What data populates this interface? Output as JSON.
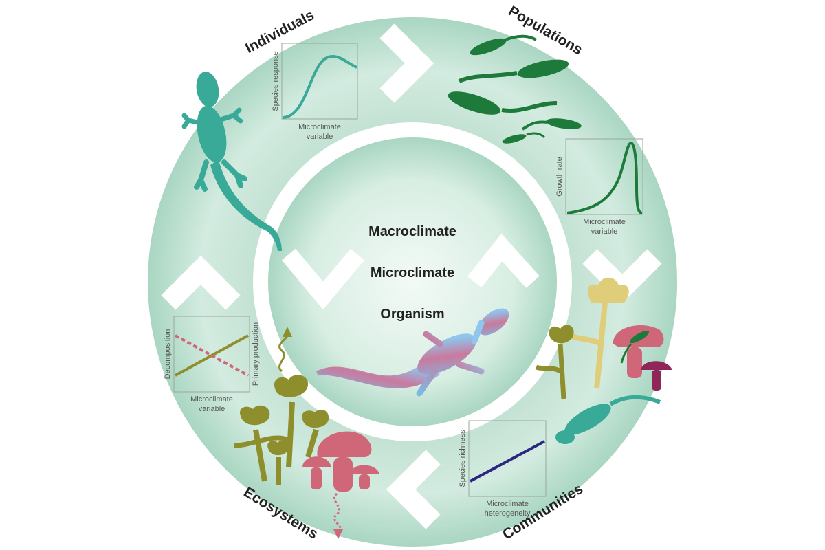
{
  "levels": {
    "individuals": "Individuals",
    "populations": "Populations",
    "communities": "Communities",
    "ecosystems": "Ecosystems"
  },
  "core": {
    "macroclimate": "Macroclimate",
    "microclimate": "Microclimate",
    "organism": "Organism"
  },
  "graphs": {
    "individuals": {
      "ylabel": "Species response",
      "xlabel_1": "Microclimate",
      "xlabel_2": "variable"
    },
    "populations": {
      "ylabel": "Growth rate",
      "xlabel_1": "Microclimate",
      "xlabel_2": "variable"
    },
    "communities": {
      "ylabel": "Species richness",
      "xlabel_1": "Microclimate",
      "xlabel_2": "heterogeneity"
    },
    "ecosystems": {
      "ylabel_left": "Decomposition",
      "ylabel_right": "Primary production",
      "xlabel_1": "Microclimate",
      "xlabel_2": "variable"
    }
  },
  "colors": {
    "ring": "#cfe7dc",
    "core": "#d9efe5",
    "teal": "#3aaa98",
    "green": "#1e7a3a",
    "olive": "#8e8f2c",
    "pink": "#cf6778",
    "navy": "#2b2680",
    "blue": "#84c8ee"
  }
}
